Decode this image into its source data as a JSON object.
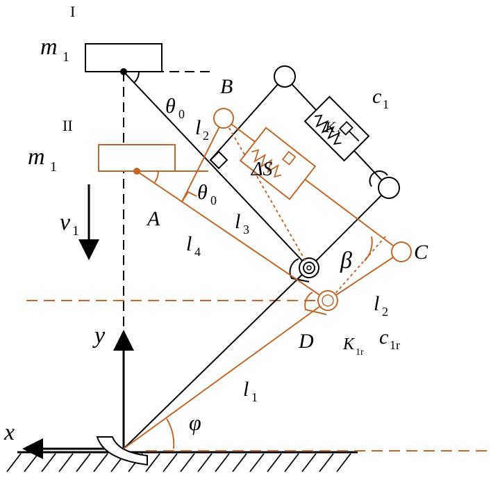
{
  "colors": {
    "black": "#000000",
    "orange": "#c0662a",
    "white": "#ffffff"
  },
  "labels": {
    "state_1": "I",
    "state_2": "II",
    "mass_1": "m",
    "mass_1_sub": "1",
    "mass_2": "m",
    "mass_2_sub": "1",
    "theta0_upper": "θ",
    "theta0_upper_sub": "0",
    "theta0_lower": "θ",
    "theta0_lower_sub": "0",
    "point_B": "B",
    "point_A": "A",
    "point_C": "C",
    "point_D": "D",
    "l2_upper": "l",
    "l2_upper_sub": "2",
    "l2_lower": "l",
    "l2_lower_sub": "2",
    "l3": "l",
    "l3_sub": "3",
    "l4": "l",
    "l4_sub": "4",
    "l1": "l",
    "l1_sub": "1",
    "K1": "K",
    "K1_sub": "1",
    "c1": "c",
    "c1_sub": "1",
    "K1r": "K",
    "K1r_sub": "1r",
    "c1r": "c",
    "c1r_sub": "1r",
    "delta_S": "ΔS",
    "beta": "β",
    "phi": "φ",
    "v1": "v",
    "v1_sub": "1",
    "axis_x": "x",
    "axis_y": "y"
  }
}
